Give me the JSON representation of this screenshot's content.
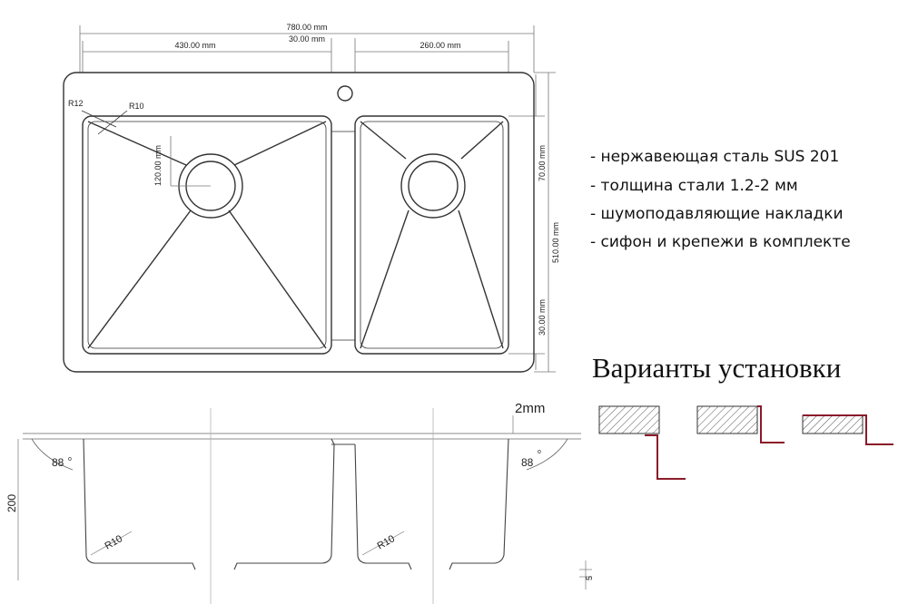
{
  "dimensions": {
    "overall_width": "780.00 mm",
    "left_bowl_width": "430.00 mm",
    "divider_width": "30.00 mm",
    "right_bowl_width": "260.00 mm",
    "overall_depth": "510.00 mm",
    "top_margin": "70.00 mm",
    "bottom_margin": "30.00 mm",
    "drain_offset": "120.00 mm",
    "outer_radius": "R12",
    "inner_radius": "R10",
    "side_angle": "88",
    "degree_sign": "o",
    "height": "200",
    "flange_thickness": "5",
    "sheet_thickness": "2mm",
    "section_radius_left": "R10",
    "section_radius_right": "R10"
  },
  "features": [
    "- нержавеющая сталь SUS 201",
    "- толщина стали 1.2-2 мм",
    "- шумоподавляющие накладки",
    "- сифон и крепежи в комплекте"
  ],
  "install_title": "Варианты установки",
  "colors": {
    "line": "#333333",
    "accent": "#8b1a2a",
    "hatch": "#555555"
  }
}
